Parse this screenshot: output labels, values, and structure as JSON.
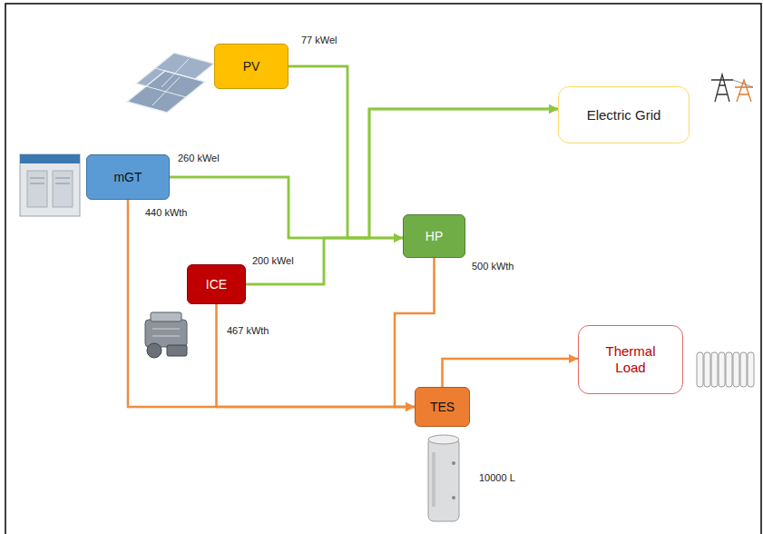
{
  "diagram": {
    "nodes": [
      {
        "text": [
          "PV"
        ]
      },
      {
        "text": [
          "Electric Grid"
        ]
      },
      {
        "text": [
          "mGT"
        ]
      },
      {
        "text": [
          "HP"
        ]
      },
      {
        "text": [
          "ICE"
        ]
      },
      {
        "text": [
          "Thermal Load"
        ]
      },
      {
        "text": [
          "TES"
        ]
      }
    ],
    "edges": [
      {
        "from": 0,
        "to": 1,
        "arrow": "to"
      },
      {
        "from": 0,
        "to": 3,
        "arrow": "to"
      },
      {
        "from": 2,
        "to": 1,
        "arrow": "to"
      },
      {
        "from": 2,
        "to": 3,
        "arrow": "to"
      },
      {
        "from": 4,
        "to": 1,
        "arrow": "to"
      },
      {
        "from": 4,
        "to": 3,
        "arrow": "to"
      },
      {
        "from": 2,
        "to": 6,
        "arrow": "to"
      },
      {
        "from": 4,
        "to": 6,
        "arrow": "to"
      },
      {
        "from": 3,
        "to": 6,
        "arrow": "to"
      },
      {
        "from": 6,
        "to": 5,
        "arrow": "to"
      }
    ],
    "labels": [
      "77 kWel",
      "260 kWel",
      "440 kWth",
      "200 kWel",
      "500 kWth",
      "467 kWth",
      "10000 L"
    ]
  }
}
